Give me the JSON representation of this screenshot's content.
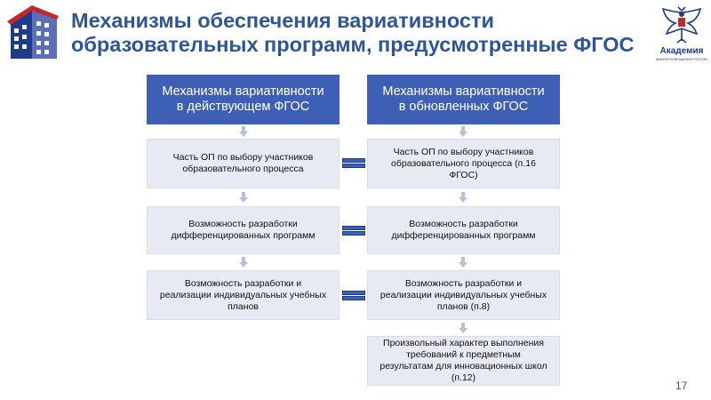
{
  "title": {
    "line1": "Механизмы обеспечения вариативности",
    "line2": "образовательных программ, предусмотренные ФГОС"
  },
  "logo": {
    "name": "Академия",
    "subtitle": "МИНПРОСВЕЩЕНИЯ РОССИИ"
  },
  "left_column": {
    "header": [
      "Механизмы вариативности",
      "в действующем ФГОС"
    ],
    "items": [
      [
        "Часть ОП по выбору участников",
        "образовательного процесса"
      ],
      [
        "Возможность разработки",
        "дифференцированных программ"
      ],
      [
        "Возможность разработки и",
        "реализации индивидуальных учебных",
        "планов"
      ]
    ]
  },
  "right_column": {
    "header": [
      "Механизмы вариативности",
      "в обновленных ФГОС"
    ],
    "items": [
      [
        "Часть ОП по выбору участников",
        "образовательного процесса (п.16",
        "ФГОС)"
      ],
      [
        "Возможность разработки",
        "дифференцированных программ"
      ],
      [
        "Возможность разработки и",
        "реализации индивидуальных учебных",
        "планов (п.8)"
      ],
      [
        "Произвольный характер выполнения",
        "требований к предметным",
        "результатам для инновационных школ",
        "(п.12)"
      ]
    ]
  },
  "page_number": "17",
  "colors": {
    "title": "#2f5597",
    "header_fill": "#3e5fb6",
    "item_fill": "#e7eaf3",
    "arrow": "#b7bfd6"
  }
}
